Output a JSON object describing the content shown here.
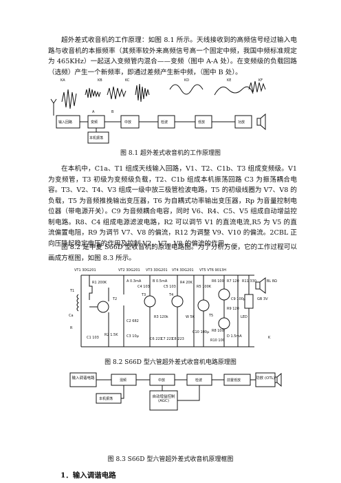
{
  "intro_paragraph": "超外差式收音机的工作原理：如图 8.1 所示。天线接收到的高频信号经过输入电路与收音机的本振频率（其频率较外来高频信号高一个固定中频，我国中频标准规定为 465KHz）一起送入变频管内混合——变频（图中 A-A 处）。在变频级的负载回路（选频）产生一个新频率，即通过差频产生新中频，（图中 B 处）。",
  "figure1": {
    "caption": "图 8.1  超外差式收音机的工作原理图",
    "wave_labels": [
      "KA",
      "KB",
      "KC",
      "KD",
      "KE",
      "KF"
    ],
    "blocks": [
      "输入回路",
      "变频",
      "中放",
      "检波",
      "低放",
      "功放"
    ],
    "points": [
      "A",
      "B"
    ],
    "osc_label": "本机振荡"
  },
  "para2": "在本机中，C1a、T1 组成天线输入回路，V1、T2、C1b、T3 组成变频级。V1 为变频管，T3 初级为变频级负载，T2、C1b 组成本机振荡回路 C3 为振荡耦合电容。T3、V2、T4、V3 组成一级中放三极管检波电路，T5 的初级线圈为 V7、V8 的负载，T5 为音频推挽输出变压器，T6 为自耦式功率输出变压器，Rp 为音量控制电位器（带电源开关）。C9 为音频耦合电容，同时 V6、R4、C5、V5 组成自动增益控制电路。R8、C4 组成电源滤波电路，R2 可以调节 V1 的直流电流,R5 为 V5 的直流偏置电阻，R9 为调节 V7、V8 的偏流，R12 为调整 V9、V10 的偏流。2CBL 正向压降起稳定电压的作用及控制 V2、V7、V8 的偏流的作用。",
  "para3": "图 8.2 是中夏 S66D 型收音机的原理电路图。为了分析方便，它的工作过程可以画成方框图，如图 8.3 所示。",
  "figure2": {
    "caption": "图 8.2 S66D 型六管超外差式收音机电路原理图",
    "transistors": [
      "VT1 3DG201",
      "VT2 3DG201",
      "VT3 3DG201",
      "VT4 3DG201",
      "VT5 VT6 9013H"
    ],
    "parts": [
      "T1",
      "R1 200K",
      "C1 103",
      "R2 1.5K",
      "C2 682",
      "C3 10μ",
      "A 0.3mA",
      "B 0.5mA",
      "C4 103",
      "C5 103",
      "R4 20K",
      "R3 120k",
      "C6 223",
      "C7 223",
      "C8 223",
      "T3",
      "T4",
      "T5",
      "R5 100K",
      "W 5K",
      "R6 100",
      "R7 120",
      "R8 100",
      "R9 120",
      "C9 100μ",
      "R10 100",
      "D 1.5mA",
      "C10 100μ",
      "BL 8Ω",
      "R11 330",
      "GB 3V",
      "LED",
      "K",
      "Ca",
      "T2",
      "R"
    ]
  },
  "figure3": {
    "caption": "图 8.3 S66D 型六管超外差式收音机原理框图",
    "blocks": [
      "输入调谐电路",
      "混频",
      "中放",
      "检波",
      "前置低放",
      "功放 (OTL)"
    ],
    "lower_blocks": [
      "本机振荡",
      "自动增益控制 (AGC)"
    ]
  },
  "section_heading": "1．输入调谐电路"
}
